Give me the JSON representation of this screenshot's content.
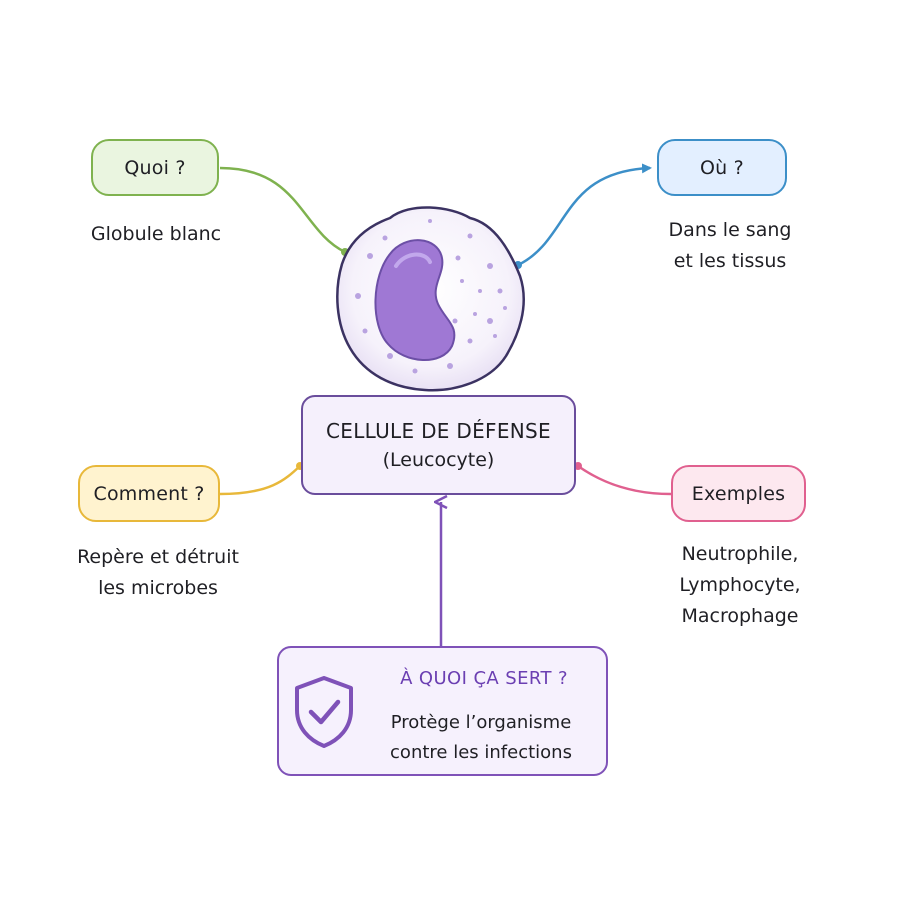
{
  "central": {
    "title": "CELLULE DE DÉFENSE",
    "subtitle": "(Leucocyte)"
  },
  "branches": {
    "quoi": {
      "label": "Quoi ?",
      "lines": [
        "Globule blanc"
      ],
      "color": "#7fb24f"
    },
    "ou": {
      "label": "Où ?",
      "lines": [
        "Dans le sang",
        "et les tissus"
      ],
      "color": "#3c8fc8"
    },
    "comment": {
      "label": "Comment ?",
      "lines": [
        "Repère et détruit",
        "les microbes"
      ],
      "color": "#e8b83a"
    },
    "exemples": {
      "label": "Exemples",
      "lines": [
        "Neutrophile,",
        "Lymphocyte,",
        "Macrophage"
      ],
      "color": "#e0608f"
    }
  },
  "purpose": {
    "title": "À QUOI ÇA SERT ?",
    "lines": [
      "Protège l’organisme",
      "contre les infections"
    ],
    "icon": "shield-check-icon",
    "color": "#7f52b8"
  },
  "cell": {
    "icon": "white-blood-cell-icon",
    "nucleus_color": "#9f78d4"
  }
}
